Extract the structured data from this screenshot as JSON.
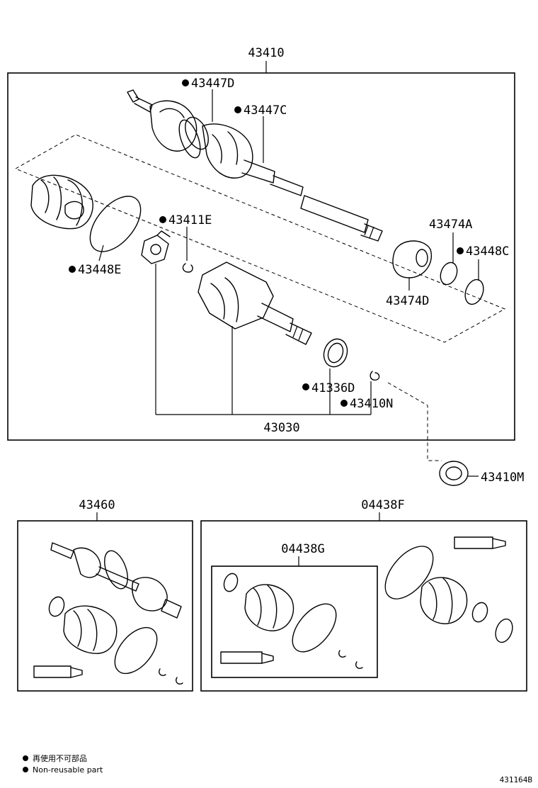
{
  "labels": {
    "assembly_main": "43410",
    "p43447d": "43447D",
    "p43447c": "43447C",
    "p43411e": "43411E",
    "p43448e": "43448E",
    "p43474a": "43474A",
    "p43448c": "43448C",
    "p43474d": "43474D",
    "p41336d": "41336D",
    "p43410n": "43410N",
    "p43030": "43030",
    "p43410m": "43410M",
    "p43460": "43460",
    "p04438f": "04438F",
    "p04438g": "04438G"
  },
  "legend": {
    "line_jp": "再使用不可部品",
    "line_en": "Non-reusable part"
  },
  "diagram_code": "431164B",
  "icons": [
    "non-reusable-dot",
    "drive-shaft",
    "cv-boot",
    "boot-clamp",
    "snap-ring",
    "grease-tube",
    "bearing"
  ]
}
